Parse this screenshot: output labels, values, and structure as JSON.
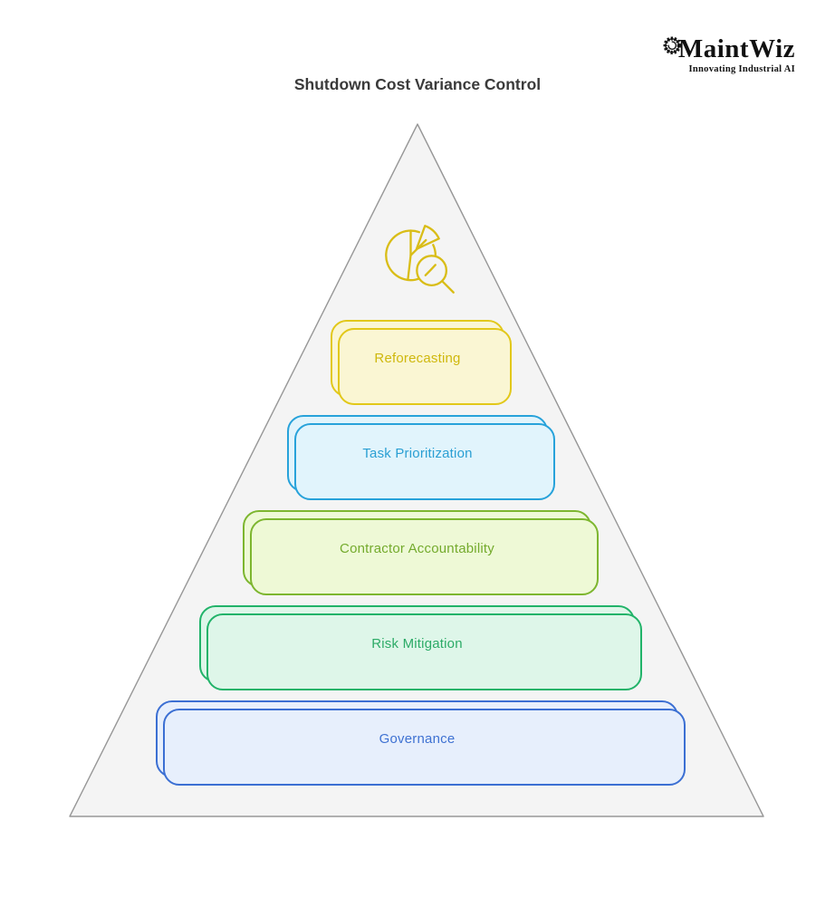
{
  "logo": {
    "name": "MaintWiz",
    "tagline": "Innovating Industrial AI",
    "color": "#111111",
    "gear_icon": "gear-icon"
  },
  "title": {
    "text": "Shutdown Cost Variance Control",
    "color": "#3a3a3a"
  },
  "pyramid": {
    "shape": "triangle",
    "fill": "#f4f4f4",
    "stroke": "#979797",
    "apex_icon": "pie-chart-magnifier-icon",
    "apex_icon_color": "#d9bd17",
    "levels": [
      {
        "label": "Reforecasting",
        "fill": "#faf6d3",
        "border": "#e2c81a",
        "text_color": "#cfb80d"
      },
      {
        "label": "Task Prioritization",
        "fill": "#e1f4fc",
        "border": "#27a2da",
        "text_color": "#2a9fd3"
      },
      {
        "label": "Contractor Accountability",
        "fill": "#eef9d6",
        "border": "#7db62f",
        "text_color": "#74ab2d"
      },
      {
        "label": "Risk Mitigation",
        "fill": "#def6e9",
        "border": "#21b369",
        "text_color": "#2cab67"
      },
      {
        "label": "Governance",
        "fill": "#e7effc",
        "border": "#3b6fd3",
        "text_color": "#3f72d2"
      }
    ]
  }
}
